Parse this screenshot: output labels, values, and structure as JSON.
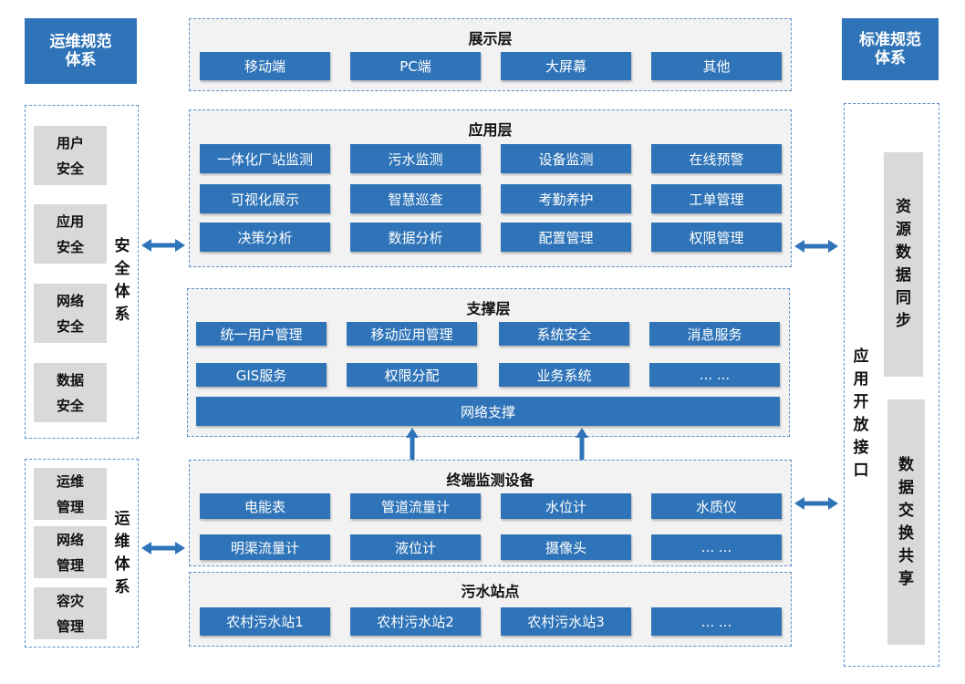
{
  "left_header": {
    "line1": "运维规范",
    "line2": "体系"
  },
  "right_header": {
    "line1": "标准规范",
    "line2": "体系"
  },
  "display_layer": {
    "title": "展示层",
    "items": [
      "移动端",
      "PC端",
      "大屏幕",
      "其他"
    ]
  },
  "app_layer": {
    "title": "应用层",
    "items": [
      "一体化厂站监测",
      "污水监测",
      "设备监测",
      "在线预警",
      "可视化展示",
      "智慧巡查",
      "考勤养护",
      "工单管理",
      "决策分析",
      "数据分析",
      "配置管理",
      "权限管理"
    ]
  },
  "support_layer": {
    "title": "支撑层",
    "items": [
      "统一用户管理",
      "移动应用管理",
      "系统安全",
      "消息服务",
      "GIS服务",
      "权限分配",
      "业务系统",
      "... ..."
    ],
    "bar": "网络支撑"
  },
  "terminal_layer": {
    "title": "终端监测设备",
    "items": [
      "电能表",
      "管道流量计",
      "水位计",
      "水质仪",
      "明渠流量计",
      "液位计",
      "摄像头",
      "... ..."
    ]
  },
  "station_layer": {
    "title": "污水站点",
    "items": [
      "农村污水站1",
      "农村污水站2",
      "农村污水站3",
      "... ..."
    ]
  },
  "security": {
    "label": "安全体系",
    "items": [
      {
        "l1": "用户",
        "l2": "安全"
      },
      {
        "l1": "应用",
        "l2": "安全"
      },
      {
        "l1": "网络",
        "l2": "安全"
      },
      {
        "l1": "数据",
        "l2": "安全"
      }
    ]
  },
  "ops": {
    "label": "运维体系",
    "items": [
      {
        "l1": "运维",
        "l2": "管理"
      },
      {
        "l1": "网络",
        "l2": "管理"
      },
      {
        "l1": "容灾",
        "l2": "管理"
      }
    ]
  },
  "right_panel": {
    "label": "应用开放接口",
    "bar1": "资源数据同步",
    "bar2": "数据交换共享"
  },
  "colors": {
    "primary": "#2f74b8",
    "panel": "#f2f2f2",
    "gray": "#d9d9d9",
    "border": "#5b8fc7"
  }
}
